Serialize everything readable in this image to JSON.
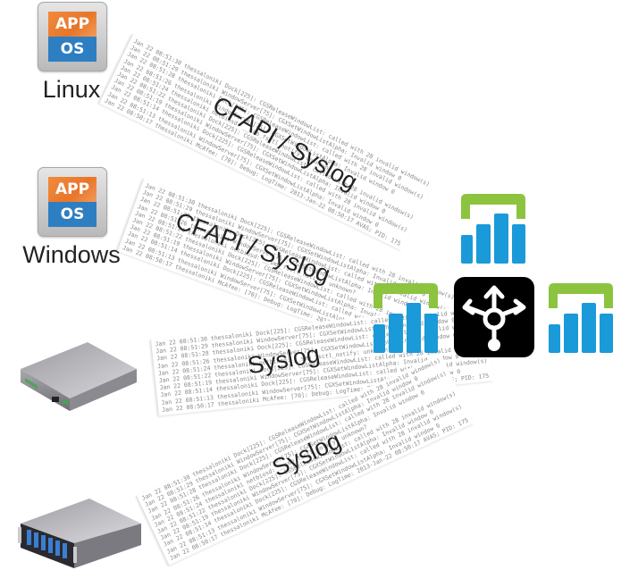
{
  "sources": [
    {
      "name": "Linux",
      "icon": "app-os-icon",
      "app_label": "APP",
      "os_label": "OS"
    },
    {
      "name": "Windows",
      "icon": "app-os-icon",
      "app_label": "APP",
      "os_label": "OS"
    },
    {
      "name": "",
      "icon": "network-appliance-icon"
    },
    {
      "name": "",
      "icon": "rack-server-icon"
    }
  ],
  "flows": [
    {
      "label": "CFAPI / Syslog"
    },
    {
      "label": "CFAPI / Syslog"
    },
    {
      "label": "Syslog"
    },
    {
      "label": "Syslog"
    }
  ],
  "log_lines": [
    "Jan 22 08:51:30 thessaloniki Dock[225]: CGSReleaseWindowList: called with 28 invalid window(s)",
    "Jan 22 08:51:29 thessaloniki WindowServer[75]: CGXSetWindowListAlpha: Invalid window 0",
    "Jan 22 08:51:28 thessaloniki Dock[225]: CGSReleaseWindowList: called with 28 invalid window(s)",
    "Jan 22 08:51:26 thessaloniki WindowServer[75]: CGXSetWindowListAlpha: Invalid window 0",
    "Jan 22 08:51:24 thessaloniki netbiosd: __smb_fsctl_notify: unknown?",
    "Jan 22 08:51:22 thessaloniki Dock[225]: CGSReleaseWindowList: called with 28 invalid window(s)",
    "Jan 22 08:51:19 thessaloniki WindowServer[75]: CGXSetWindowListAlpha: Invalid window 0",
    "Jan 22 08:51:14 thessaloniki Dock[225]: CGSReleaseWindowList: called with 28 invalid window(s)",
    "Jan 22 08:51:13 thessaloniki WindowServer[75]: CGXSetWindowListAlpha: Invalid window 0",
    "Jan 22 08:50:17 thessaloniki McAfee: [70]: Debug: LogTime: 2013-Jan-22 08:50:17 AVAS; PID: 175"
  ],
  "destinations": [
    {
      "icon": "analytics-collector-icon",
      "position": "top"
    },
    {
      "icon": "analytics-collector-icon",
      "position": "left"
    },
    {
      "icon": "router-distribution-icon",
      "position": "center"
    },
    {
      "icon": "analytics-collector-icon",
      "position": "right"
    }
  ],
  "colors": {
    "app_orange": "#e8762a",
    "os_blue": "#2e7ec2",
    "collector_green": "#8cc43f",
    "collector_blue": "#1a9ad8",
    "router_black": "#000000"
  }
}
